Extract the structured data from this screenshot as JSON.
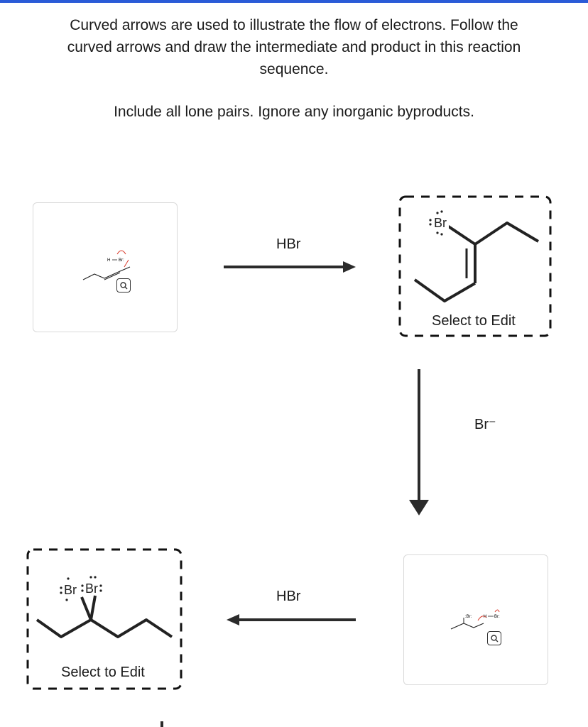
{
  "instructions": {
    "line1": "Curved arrows are used to illustrate the flow of electrons. Follow the",
    "line2": "curved arrows and draw the intermediate and product in this reaction",
    "line3": "sequence.",
    "line4": "Include all lone pairs. Ignore any inorganic byproducts."
  },
  "reagents": {
    "step1": "HBr",
    "step2_byproduct": "Br⁻",
    "step3": "HBr"
  },
  "edit_boxes": {
    "intermediate_label": "Select to Edit",
    "product_label": "Select to Edit"
  },
  "molecules": {
    "start_h": "H",
    "start_br": "Br:",
    "intermediate_br": "Br",
    "intermediate2_br": ":Br:",
    "intermediate2_h": "H",
    "intermediate2_hbr": "Br:",
    "product_br1": "Br",
    "product_br2": "Br"
  },
  "colors": {
    "accent_bar": "#2a5bd7",
    "arrow": "#2b2b2b",
    "curved_arrow": "#d93a2b"
  }
}
